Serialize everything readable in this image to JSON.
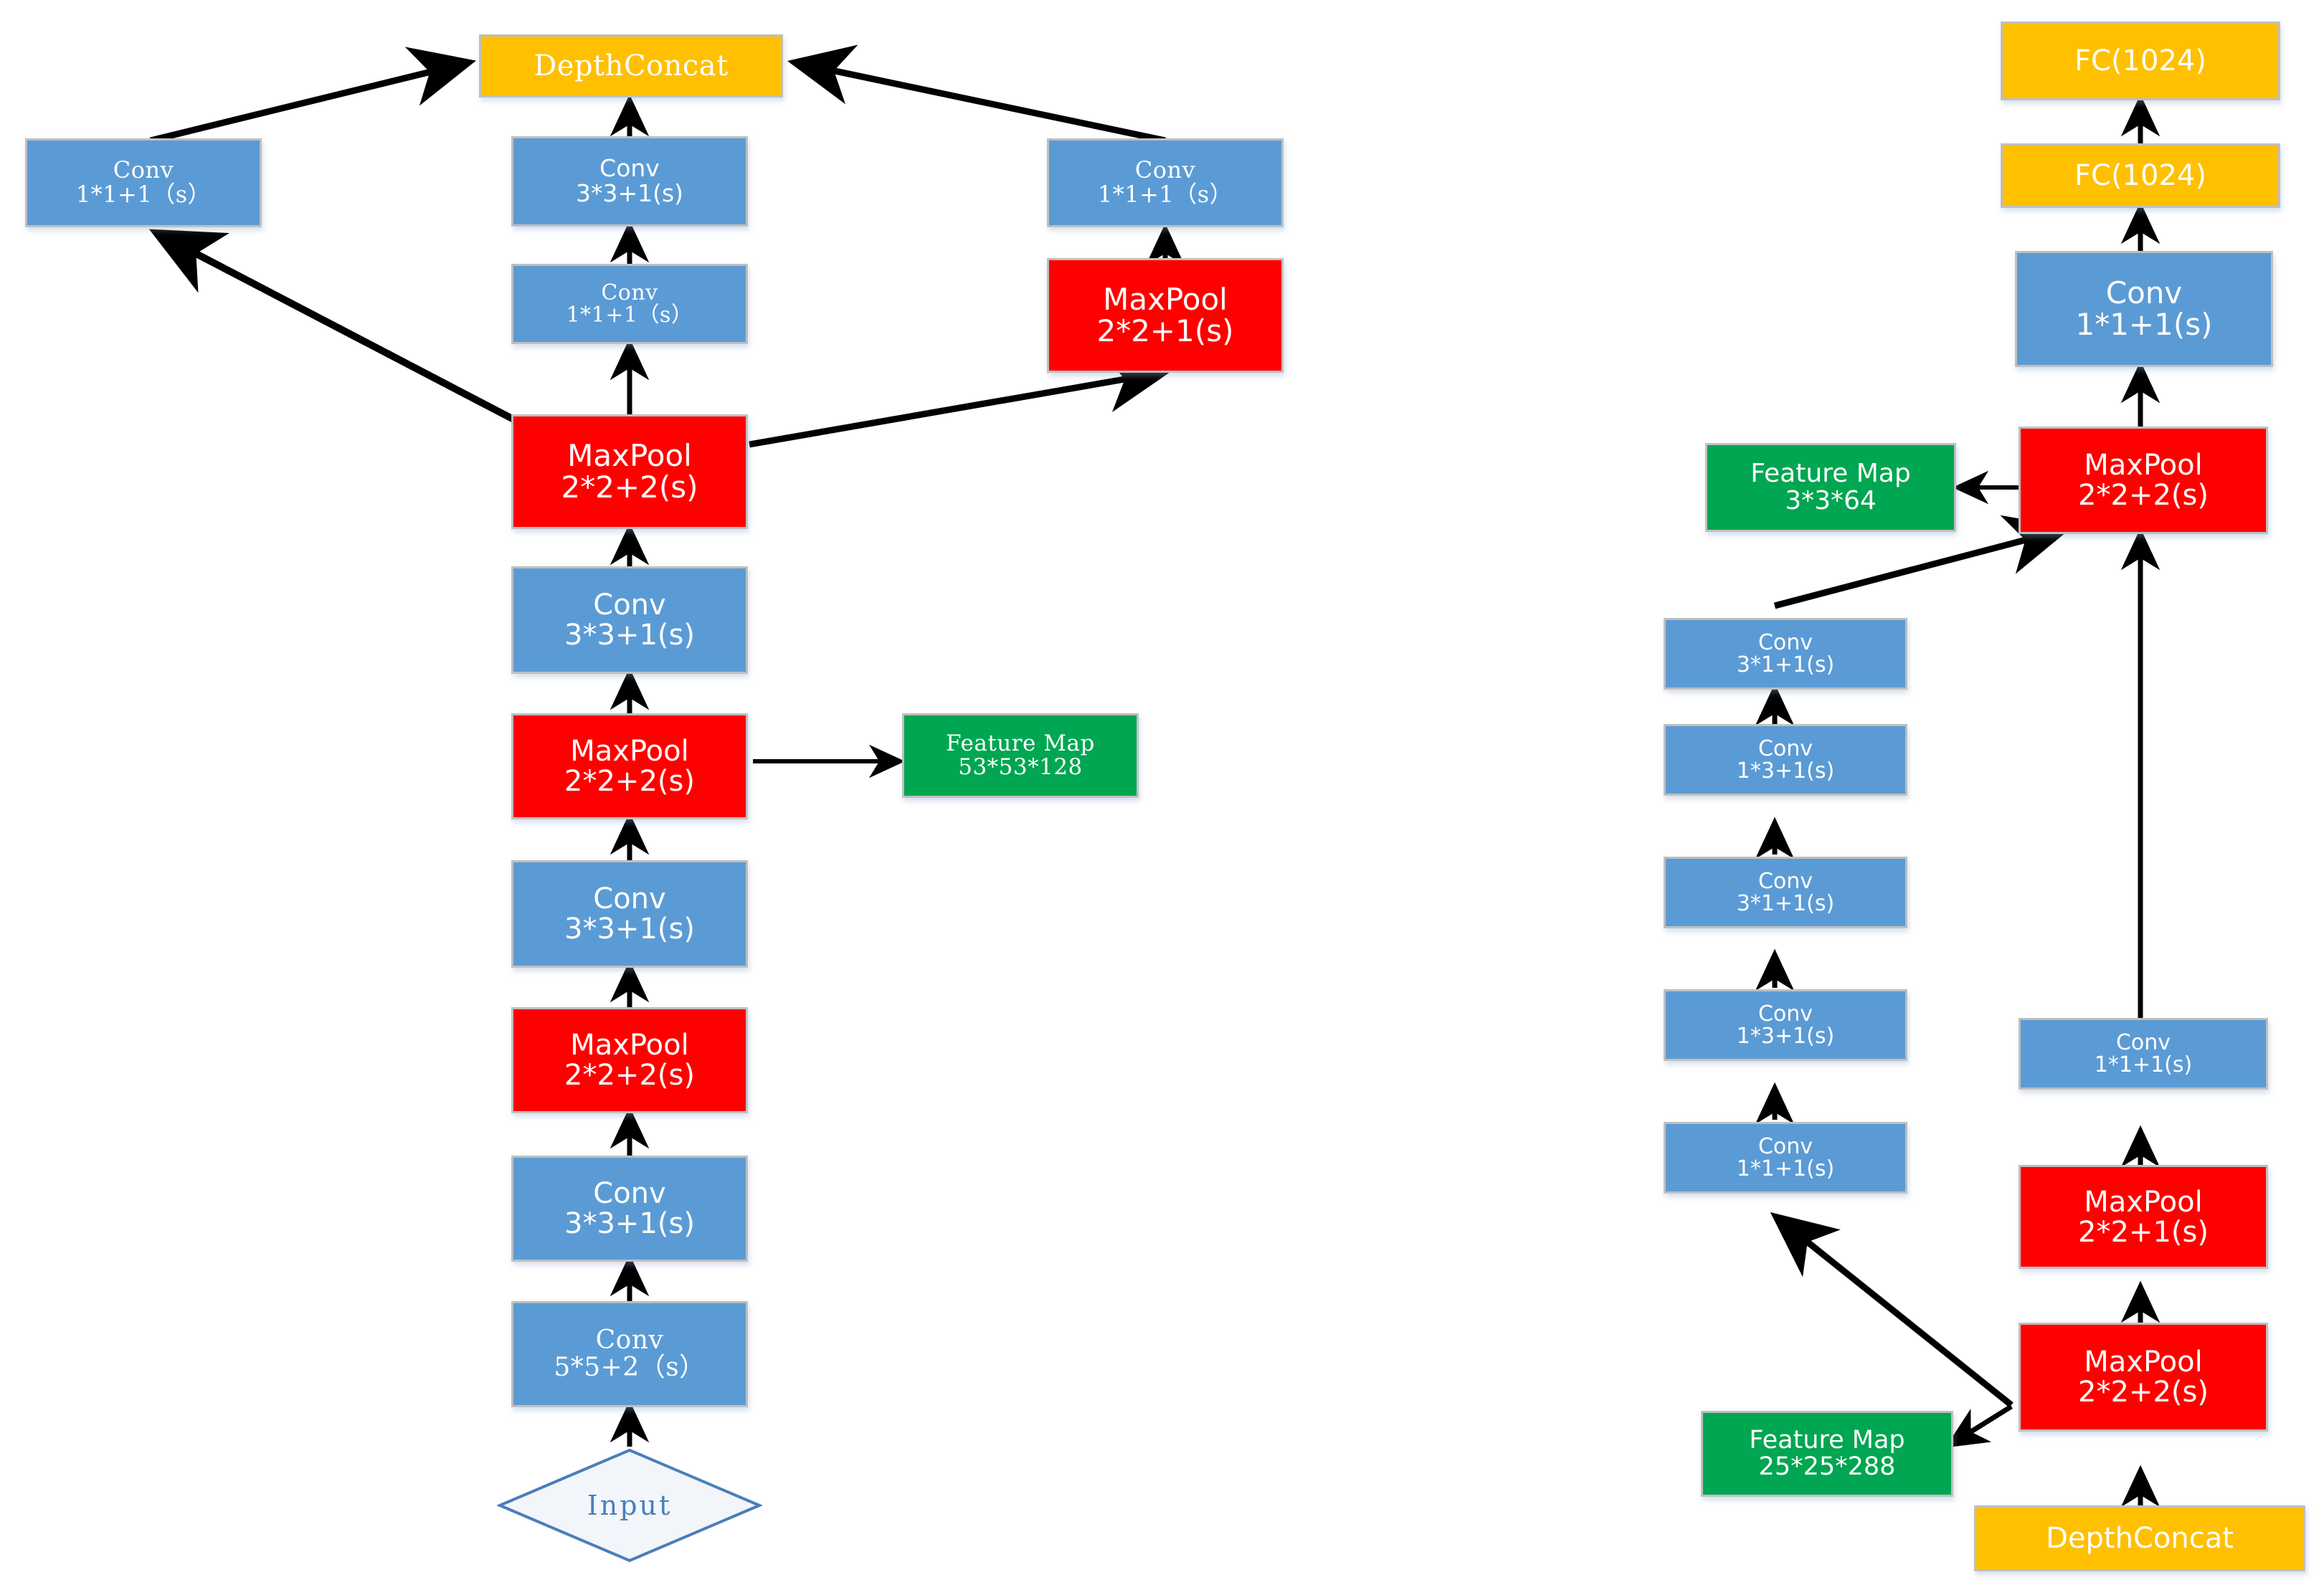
{
  "diagram": {
    "title": "CNN inception-style architecture flowchart",
    "colors": {
      "conv": "#5B9BD5",
      "pool": "#FF0000",
      "concat": "#FFC000",
      "feature_map": "#00A651",
      "border": "#BFBFBF",
      "arrow": "#000000",
      "input_outline": "#4A7EBB",
      "input_text": "#4A7EBB"
    },
    "left_branch": {
      "nodes": [
        {
          "id": "L-depthconcat",
          "type": "concat",
          "line1": "DepthConcat",
          "line2": ""
        },
        {
          "id": "L-conv-left-1x1",
          "type": "conv",
          "line1": "Conv",
          "line2": "1*1+1（s）"
        },
        {
          "id": "L-conv-mid-3x3",
          "type": "conv",
          "line1": "Conv",
          "line2": "3*3+1(s)"
        },
        {
          "id": "L-conv-right-1x1",
          "type": "conv",
          "line1": "Conv",
          "line2": "1*1+1（s）"
        },
        {
          "id": "L-conv-mid-1x1",
          "type": "conv",
          "line1": "Conv",
          "line2": "1*1+1（s）"
        },
        {
          "id": "L-pool-right-2x2s1",
          "type": "pool",
          "line1": "MaxPool",
          "line2": "2*2+1(s)"
        },
        {
          "id": "L-pool-mid-2x2s2-a",
          "type": "pool",
          "line1": "MaxPool",
          "line2": "2*2+2(s)"
        },
        {
          "id": "L-conv-3x3-a",
          "type": "conv",
          "line1": "Conv",
          "line2": "3*3+1(s)"
        },
        {
          "id": "L-pool-mid-2x2s2-b",
          "type": "pool",
          "line1": "MaxPool",
          "line2": "2*2+2(s)"
        },
        {
          "id": "L-featuremap",
          "type": "fmap",
          "line1": "Feature Map",
          "line2": "53*53*128"
        },
        {
          "id": "L-conv-3x3-b",
          "type": "conv",
          "line1": "Conv",
          "line2": "3*3+1(s)"
        },
        {
          "id": "L-pool-mid-2x2s2-c",
          "type": "pool",
          "line1": "MaxPool",
          "line2": "2*2+2(s)"
        },
        {
          "id": "L-conv-3x3-c",
          "type": "conv",
          "line1": "Conv",
          "line2": "3*3+1(s)"
        },
        {
          "id": "L-conv-5x5",
          "type": "conv",
          "line1": "Conv",
          "line2": "5*5+2（s）"
        },
        {
          "id": "L-input",
          "type": "input",
          "line1": "Input",
          "line2": ""
        }
      ]
    },
    "right_branch": {
      "nodes": [
        {
          "id": "R-fc-top",
          "type": "concat",
          "line1": "FC(1024)",
          "line2": ""
        },
        {
          "id": "R-fc-2",
          "type": "concat",
          "line1": "FC(1024)",
          "line2": ""
        },
        {
          "id": "R-conv-1x1-top",
          "type": "conv",
          "line1": "Conv",
          "line2": "1*1+1(s)"
        },
        {
          "id": "R-pool-2x2s2-top",
          "type": "pool",
          "line1": "MaxPool",
          "line2": "2*2+2(s)"
        },
        {
          "id": "R-featuremap-top",
          "type": "fmap",
          "line1": "Feature Map",
          "line2": "3*3*64"
        },
        {
          "id": "R-conv-3x1-a",
          "type": "conv",
          "line1": "Conv",
          "line2": "3*1+1(s)"
        },
        {
          "id": "R-conv-1x3-a",
          "type": "conv",
          "line1": "Conv",
          "line2": "1*3+1(s)"
        },
        {
          "id": "R-conv-3x1-b",
          "type": "conv",
          "line1": "Conv",
          "line2": "3*1+1(s)"
        },
        {
          "id": "R-conv-1x3-b",
          "type": "conv",
          "line1": "Conv",
          "line2": "1*3+1(s)"
        },
        {
          "id": "R-conv-1x1-left",
          "type": "conv",
          "line1": "Conv",
          "line2": "1*1+1(s)"
        },
        {
          "id": "R-conv-1x1-right",
          "type": "conv",
          "line1": "Conv",
          "line2": "1*1+1(s)"
        },
        {
          "id": "R-pool-2x2s1",
          "type": "pool",
          "line1": "MaxPool",
          "line2": "2*2+1(s)"
        },
        {
          "id": "R-pool-2x2s2-bottom",
          "type": "pool",
          "line1": "MaxPool",
          "line2": "2*2+2(s)"
        },
        {
          "id": "R-featuremap-bottom",
          "type": "fmap",
          "line1": "Feature Map",
          "line2": "25*25*288"
        },
        {
          "id": "R-depthconcat",
          "type": "concat",
          "line1": "DepthConcat",
          "line2": ""
        }
      ]
    }
  }
}
